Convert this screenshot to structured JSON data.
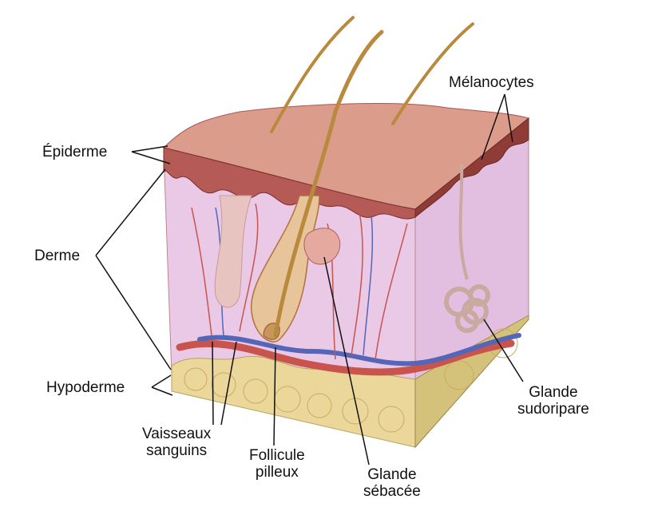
{
  "labels": {
    "epiderme": "Épiderme",
    "derme": "Derme",
    "hypoderme": "Hypoderme",
    "vaisseaux": [
      "Vaisseaux",
      "sanguins"
    ],
    "follicule": [
      "Follicule",
      "pilleux"
    ],
    "sebacee": [
      "Glande",
      "sébacée"
    ],
    "sudoripare": [
      "Glande",
      "sudoripare"
    ],
    "melanocytes": "Mélanocytes"
  },
  "colors": {
    "dermis": "#e7c6e4",
    "epidermis": "#b65a56",
    "skin_surface": "#dc9c8c",
    "fat": "#ecd79a",
    "artery": "#c9544d",
    "vein": "#5566b8",
    "hair": "#b9893e"
  }
}
